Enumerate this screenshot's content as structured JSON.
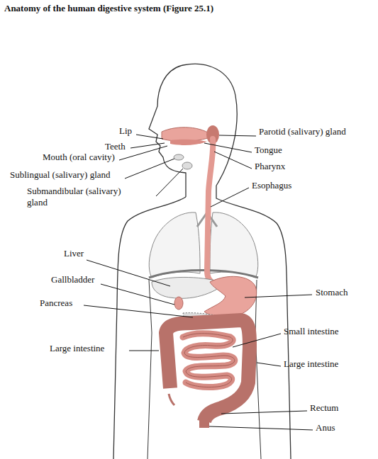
{
  "diagram": {
    "title": "Anatomy of the human digestive system (Figure 25.1)",
    "labels": [
      "Lip",
      "Teeth",
      "Mouth (oral cavity)",
      "Sublingual (salivary) gland",
      "Submandibular (salivary) gland",
      "Parotid (salivary) gland",
      "Tongue",
      "Pharynx",
      "Esophagus",
      "Liver",
      "Gallbladder",
      "Pancreas",
      "Stomach",
      "Small intestine",
      "Large intestine",
      "Large intestine",
      "Rectum",
      "Anus"
    ]
  }
}
